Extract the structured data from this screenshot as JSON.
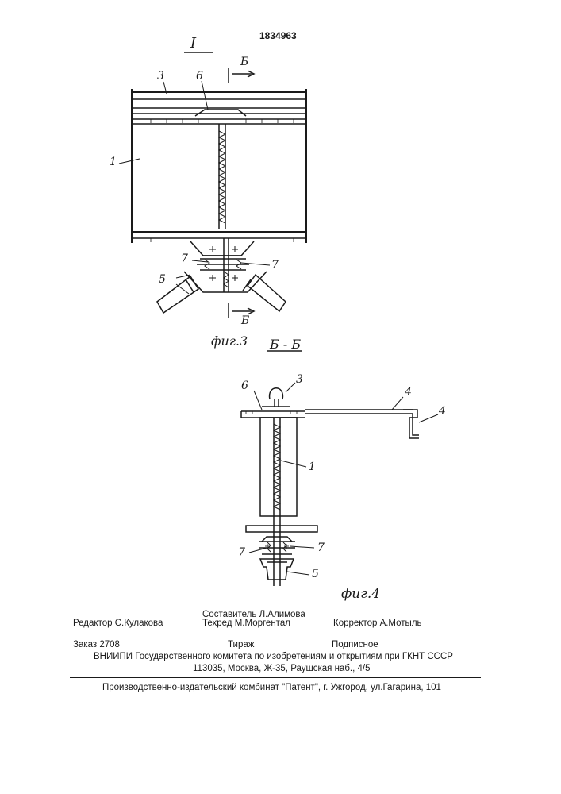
{
  "patent_number": "1834963",
  "fig3": {
    "view_label": "I",
    "section_marks": [
      "Б",
      "Б"
    ],
    "labels": {
      "l1": "1",
      "l3": "3",
      "l5": "5",
      "l6": "6",
      "l7a": "7",
      "l7b": "7"
    },
    "caption": "фиг.3"
  },
  "fig4": {
    "section_title": "Б - Б",
    "labels": {
      "l1": "1",
      "l3": "3",
      "l4a": "4",
      "l4b": "4",
      "l5": "5",
      "l6": "6",
      "l7a": "7",
      "l7b": "7"
    },
    "caption": "фиг.4"
  },
  "footer": {
    "editor": "Редактор  С.Кулакова",
    "compiler": "Составитель  Л.Алимова",
    "techred": "Техред М.Моргентал",
    "corrector": "Корректор  А.Мотыль",
    "order": "Заказ  2708",
    "circulation": "Тираж",
    "subscription": "Подписное",
    "vniipi": "ВНИИПИ Государственного комитета по изобретениям и открытиям при ГКНТ СССР",
    "address": "113035, Москва, Ж-35, Раушская наб., 4/5",
    "publisher": "Производственно-издательский комбинат \"Патент\", г. Ужгород, ул.Гагарина, 101"
  }
}
